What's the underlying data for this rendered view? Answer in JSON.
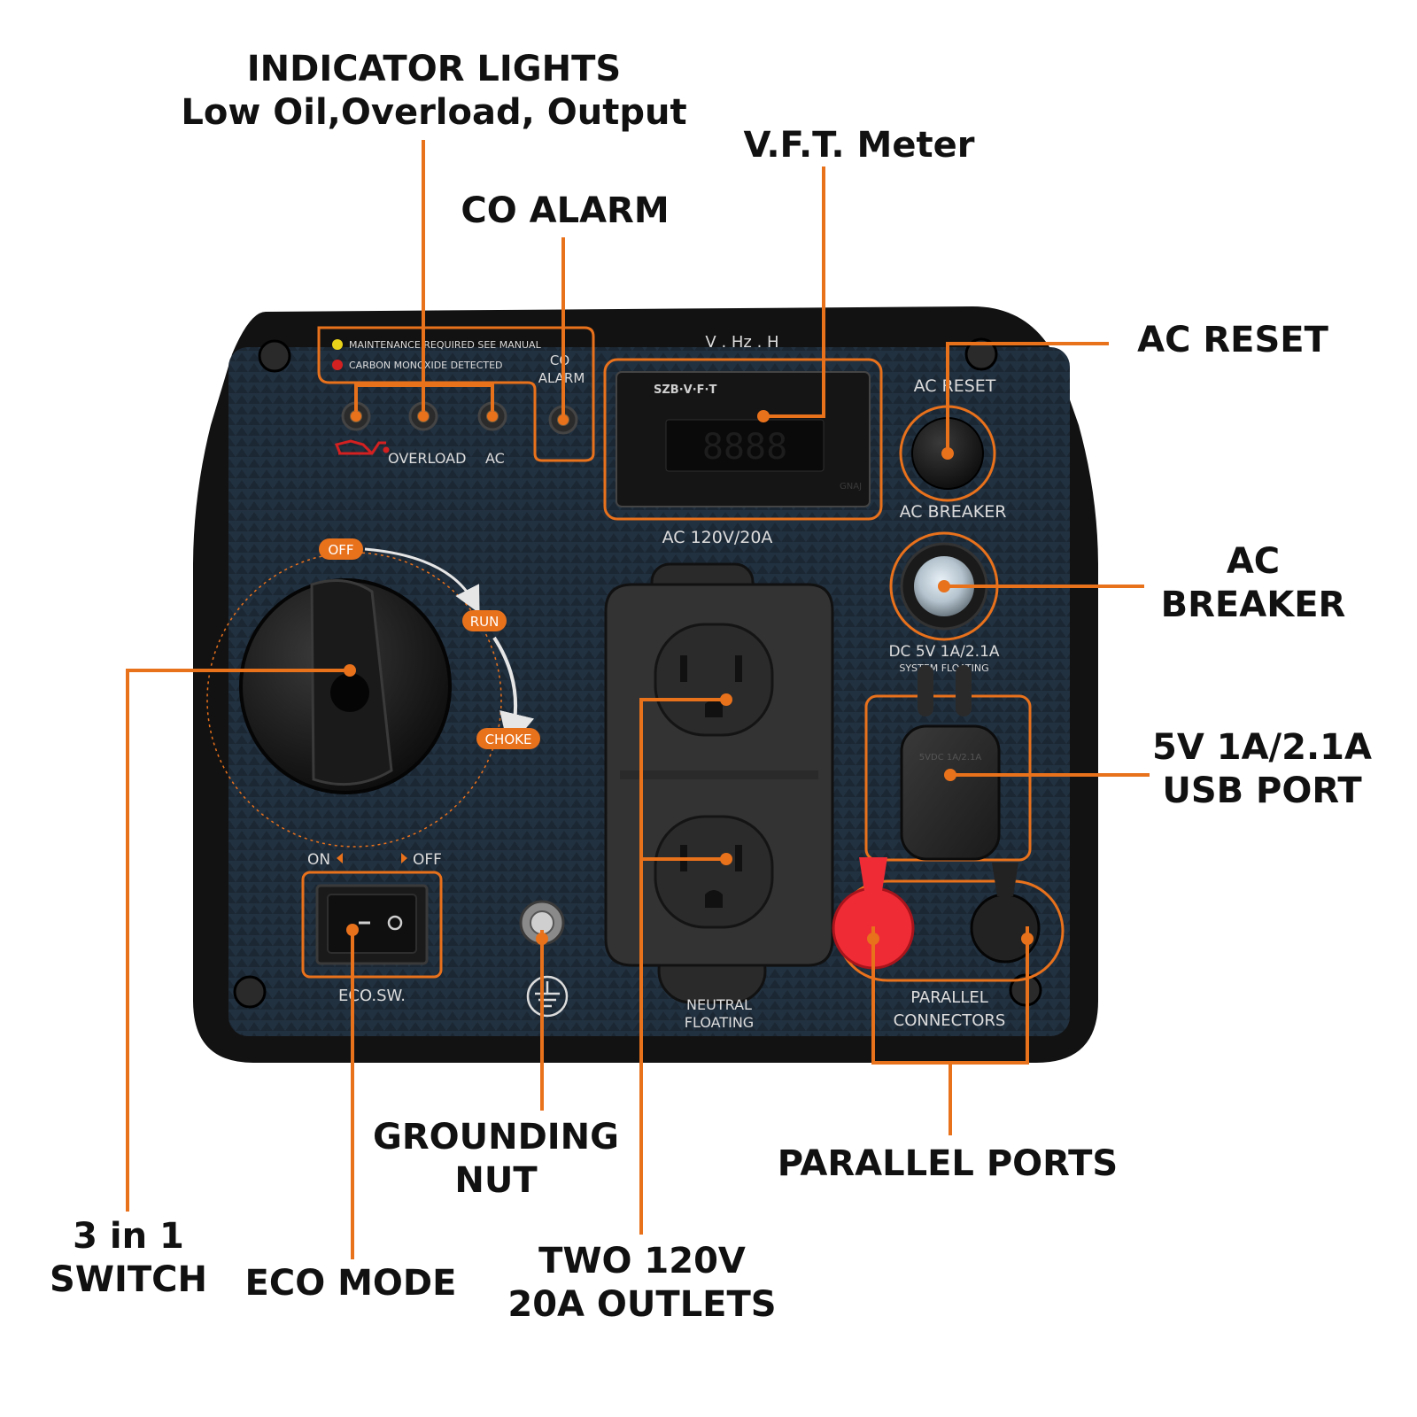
{
  "callouts": {
    "indicator": {
      "line1": "INDICATOR LIGHTS",
      "line2": "Low Oil,Overload, Output"
    },
    "co_alarm": "CO ALARM",
    "vft_meter": "V.F.T. Meter",
    "ac_reset": "AC RESET",
    "ac_breaker": {
      "line1": "AC",
      "line2": "BREAKER"
    },
    "usb": {
      "line1": "5V 1A/2.1A",
      "line2": "USB PORT"
    },
    "parallel_ports": "PARALLEL PORTS",
    "outlets": {
      "line1": "TWO 120V",
      "line2": "20A OUTLETS"
    },
    "grounding": {
      "line1": "GROUNDING",
      "line2": "NUT"
    },
    "eco_mode": "ECO MODE",
    "switch3in1": {
      "line1": "3 in 1",
      "line2": "SWITCH"
    }
  },
  "panel": {
    "maintenance_text": "MAINTENANCE REQUIRED SEE MANUAL",
    "co_detected_text": "CARBON MONOXIDE DETECTED",
    "co_alarm_line1": "CO",
    "co_alarm_line2": "ALARM",
    "overload": "OVERLOAD",
    "ac": "AC",
    "vhz": "V . Hz . H",
    "meter_brand": "SZB·V·F·T",
    "meter_small": "GNAJ",
    "ac_rating": "AC 120V/20A",
    "ac_reset": "AC RESET",
    "ac_breaker": "AC BREAKER",
    "dc_rating": "DC 5V 1A/2.1A",
    "system_floating": "SYSTEM FLOATING",
    "usb_cap_text": "5VDC 1A/2.1A",
    "knob_off": "OFF",
    "knob_run": "RUN",
    "knob_choke": "CHOKE",
    "eco_on": "ON",
    "eco_off": "OFF",
    "eco_label": "ECO.SW.",
    "neutral_floating_1": "NEUTRAL",
    "neutral_floating_2": "FLOATING",
    "parallel_1": "PARALLEL",
    "parallel_2": "CONNECTORS"
  },
  "colors": {
    "accent_orange": "#e8711c",
    "panel_dark": "#1f2a35",
    "frame_black": "#111111",
    "indicator_yellow": "#e8d21a",
    "indicator_red": "#d32020",
    "parallel_red": "#ef2b35"
  },
  "icons": [
    "oil-can-icon",
    "ground-symbol-icon",
    "arrow-icon"
  ]
}
